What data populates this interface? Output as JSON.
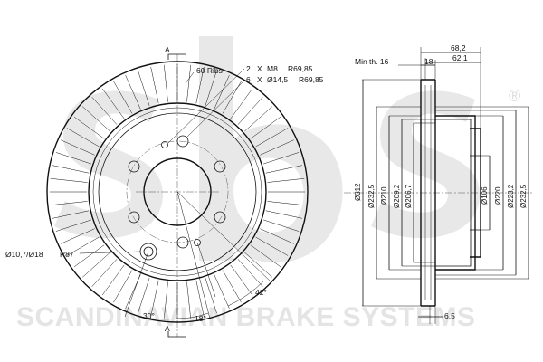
{
  "watermark": {
    "brand_text": "SCANDINAVIAN BRAKE SYSTEMS",
    "logo": "sbs-logo",
    "registered_mark": "®"
  },
  "front_view": {
    "section_marker_top": "A",
    "section_marker_bottom": "A",
    "ribs_label": "60 Ribs",
    "thread_holes": {
      "count": "2",
      "sep": "X",
      "thread": "M8",
      "pcd": "R69,85"
    },
    "bolt_holes": {
      "count": "6",
      "sep": "X",
      "diameter": "Ø14,5",
      "pcd": "R69,85"
    },
    "pin_hole_label": "Ø10,7/Ø18",
    "pin_hole_radius": "R87",
    "angle_left": "30°",
    "angle_right": "18°",
    "angle_outer": "42°"
  },
  "side_view": {
    "min_thickness_label": "Min th. 16",
    "min_thickness_value": "18",
    "total_height": "68,2",
    "hat_height": "62,1",
    "flange_thickness": "6,5",
    "left_diameters": [
      "Ø312",
      "Ø232,5",
      "Ø210",
      "Ø209,2",
      "Ø206,7"
    ],
    "right_diameters": [
      "Ø106",
      "Ø220",
      "Ø223,2",
      "Ø232,5"
    ]
  }
}
